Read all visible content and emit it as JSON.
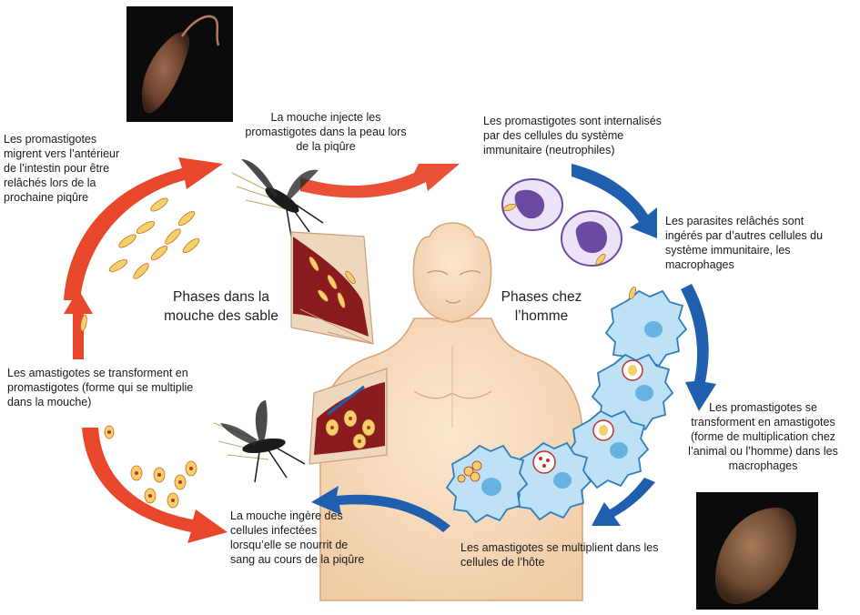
{
  "diagram": {
    "phase_sandfly": "Phases dans la\nmouche des sable",
    "phase_human": "Phases chez\nl’homme",
    "captions": {
      "fly_injects": "La mouche injecte les\npromastigotes dans la peau lors\nde la piqûre",
      "internalized": "Les promastigotes  sont internalisés\npar des cellules du système\nimmunitaire (neutrophiles)",
      "macrophages": "Les parasites  relâchés sont\ningérés par d’autres cellules du\nsystème immunitaire, les\nmacrophages",
      "transform_amastigotes": "Les promastigotes  se\ntransforment en amastigotes\n(forme de multiplication chez\nl’animal ou l’homme)  dans les\nmacrophages",
      "multiply_host": "Les amastigotes se multiplient dans les\ncellules de l’hôte",
      "fly_ingests": "La mouche ingère des\ncellules infectées\nlorsqu’elle se nourrit de\nsang au cours de la piqûre",
      "amastigotes_to_promastigotes": "Les amastigotes se transforment en\npromastigotes (forme qui se multiplie\ndans la mouche)",
      "migrate": "Les promastigotes\nmigrent vers l’antérieur\nde l’intestin pour être\nrelâchés lors de la\nprochaine piqûre"
    },
    "colors": {
      "sandfly_arrow": "#e8472b",
      "human_arrow": "#1f5fae",
      "cell_purple": "#6b4aa3",
      "macrophage": "#4aa3d9",
      "blood": "#8a1b1e"
    }
  }
}
